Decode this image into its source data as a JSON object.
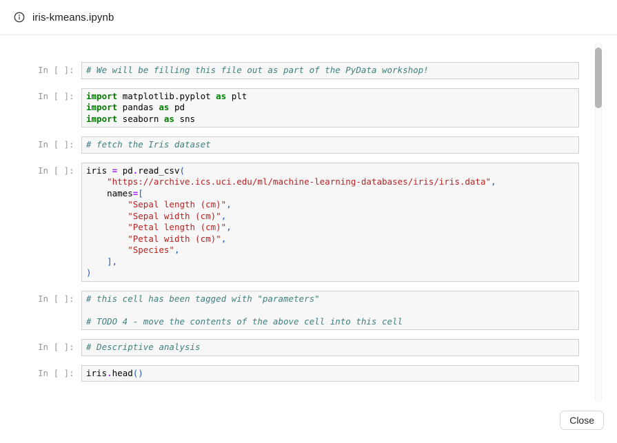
{
  "header": {
    "title": "iris-kmeans.ipynb",
    "icon": "info-icon"
  },
  "footer": {
    "close_label": "Close"
  },
  "colors": {
    "keyword": "#008000",
    "comment": "#408080",
    "string": "#BA2121",
    "operator": "#AA22FF",
    "punct": "#1E56B3",
    "prompt": "#989898",
    "cell_bg": "#F7F7F7",
    "cell_border": "#CFCFCF"
  },
  "notebook": {
    "cells": [
      {
        "prompt": "In [ ]:",
        "lines": [
          [
            [
              "c",
              "# We will be filling this file out as part of the PyData workshop!"
            ]
          ]
        ]
      },
      {
        "prompt": "In [ ]:",
        "lines": [
          [
            [
              "k",
              "import"
            ],
            [
              "n",
              " matplotlib.pyplot "
            ],
            [
              "k",
              "as"
            ],
            [
              "n",
              " plt"
            ]
          ],
          [
            [
              "k",
              "import"
            ],
            [
              "n",
              " pandas "
            ],
            [
              "k",
              "as"
            ],
            [
              "n",
              " pd"
            ]
          ],
          [
            [
              "k",
              "import"
            ],
            [
              "n",
              " seaborn "
            ],
            [
              "k",
              "as"
            ],
            [
              "n",
              " sns"
            ]
          ]
        ]
      },
      {
        "prompt": "In [ ]:",
        "lines": [
          [
            [
              "c",
              "# fetch the Iris dataset"
            ]
          ]
        ]
      },
      {
        "prompt": "In [ ]:",
        "lines": [
          [
            [
              "n",
              "iris "
            ],
            [
              "o",
              "="
            ],
            [
              "n",
              " pd"
            ],
            [
              "o",
              "."
            ],
            [
              "n",
              "read_csv"
            ],
            [
              "p",
              "("
            ]
          ],
          [
            [
              "n",
              "    "
            ],
            [
              "s",
              "\"https://archive.ics.uci.edu/ml/machine-learning-databases/iris/iris.data\""
            ],
            [
              "p",
              ","
            ]
          ],
          [
            [
              "n",
              "    names"
            ],
            [
              "o",
              "="
            ],
            [
              "p",
              "["
            ]
          ],
          [
            [
              "n",
              "        "
            ],
            [
              "s",
              "\"Sepal length (cm)\""
            ],
            [
              "p",
              ","
            ]
          ],
          [
            [
              "n",
              "        "
            ],
            [
              "s",
              "\"Sepal width (cm)\""
            ],
            [
              "p",
              ","
            ]
          ],
          [
            [
              "n",
              "        "
            ],
            [
              "s",
              "\"Petal length (cm)\""
            ],
            [
              "p",
              ","
            ]
          ],
          [
            [
              "n",
              "        "
            ],
            [
              "s",
              "\"Petal width (cm)\""
            ],
            [
              "p",
              ","
            ]
          ],
          [
            [
              "n",
              "        "
            ],
            [
              "s",
              "\"Species\""
            ],
            [
              "p",
              ","
            ]
          ],
          [
            [
              "n",
              "    "
            ],
            [
              "p",
              "],"
            ]
          ],
          [
            [
              "p",
              ")"
            ]
          ]
        ]
      },
      {
        "prompt": "In [ ]:",
        "lines": [
          [
            [
              "c",
              "# this cell has been tagged with \"parameters\""
            ]
          ],
          [],
          [
            [
              "c",
              "# TODO 4 - move the contents of the above cell into this cell"
            ]
          ]
        ]
      },
      {
        "prompt": "In [ ]:",
        "lines": [
          [
            [
              "c",
              "# Descriptive analysis"
            ]
          ]
        ]
      },
      {
        "prompt": "In [ ]:",
        "lines": [
          [
            [
              "n",
              "iris"
            ],
            [
              "o",
              "."
            ],
            [
              "n",
              "head"
            ],
            [
              "p",
              "()"
            ]
          ]
        ]
      }
    ]
  }
}
